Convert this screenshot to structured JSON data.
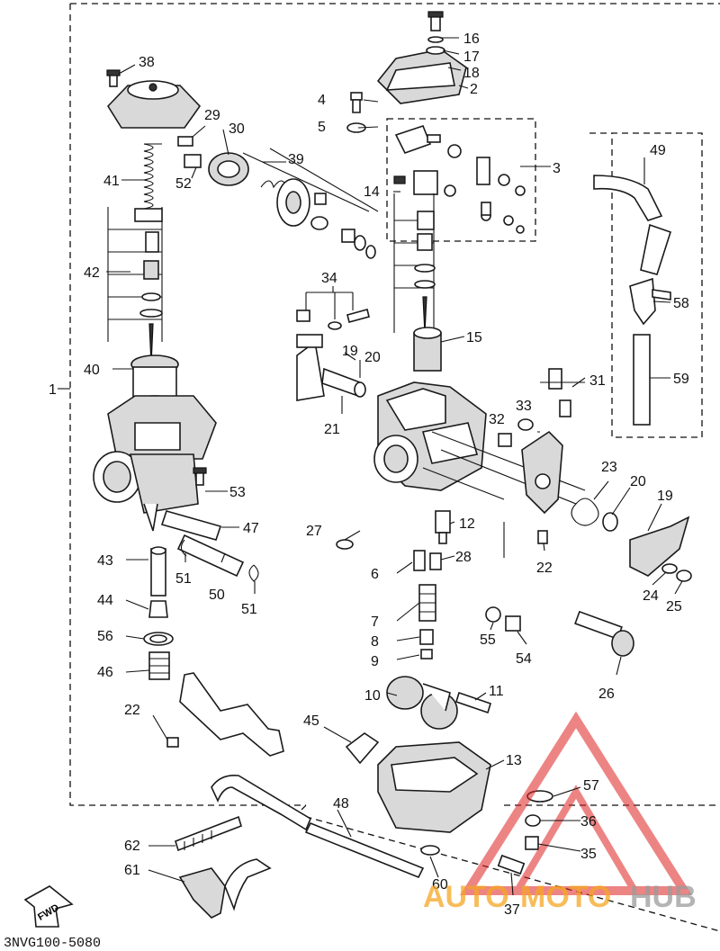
{
  "diagram": {
    "doc_code": "3NVG100-5080",
    "fwd_label": "FWD",
    "watermark": {
      "auto": "AUTO",
      "moto": "MOTO",
      "hub": "HUB",
      "color_auto": "#f5a623",
      "color_moto": "#f5a623",
      "color_hub": "#9b9b9b",
      "logo_color": "#e02020"
    },
    "callouts": [
      "1",
      "2",
      "3",
      "4",
      "5",
      "6",
      "7",
      "8",
      "9",
      "10",
      "11",
      "12",
      "13",
      "14",
      "15",
      "16",
      "17",
      "18",
      "19",
      "20",
      "21",
      "22",
      "23",
      "24",
      "25",
      "26",
      "27",
      "28",
      "29",
      "30",
      "31",
      "32",
      "33",
      "34",
      "35",
      "36",
      "37",
      "38",
      "39",
      "40",
      "41",
      "42",
      "43",
      "44",
      "45",
      "46",
      "47",
      "48",
      "49",
      "50",
      "51",
      "52",
      "53",
      "54",
      "55",
      "56",
      "57",
      "58",
      "59",
      "60",
      "61",
      "62"
    ]
  }
}
